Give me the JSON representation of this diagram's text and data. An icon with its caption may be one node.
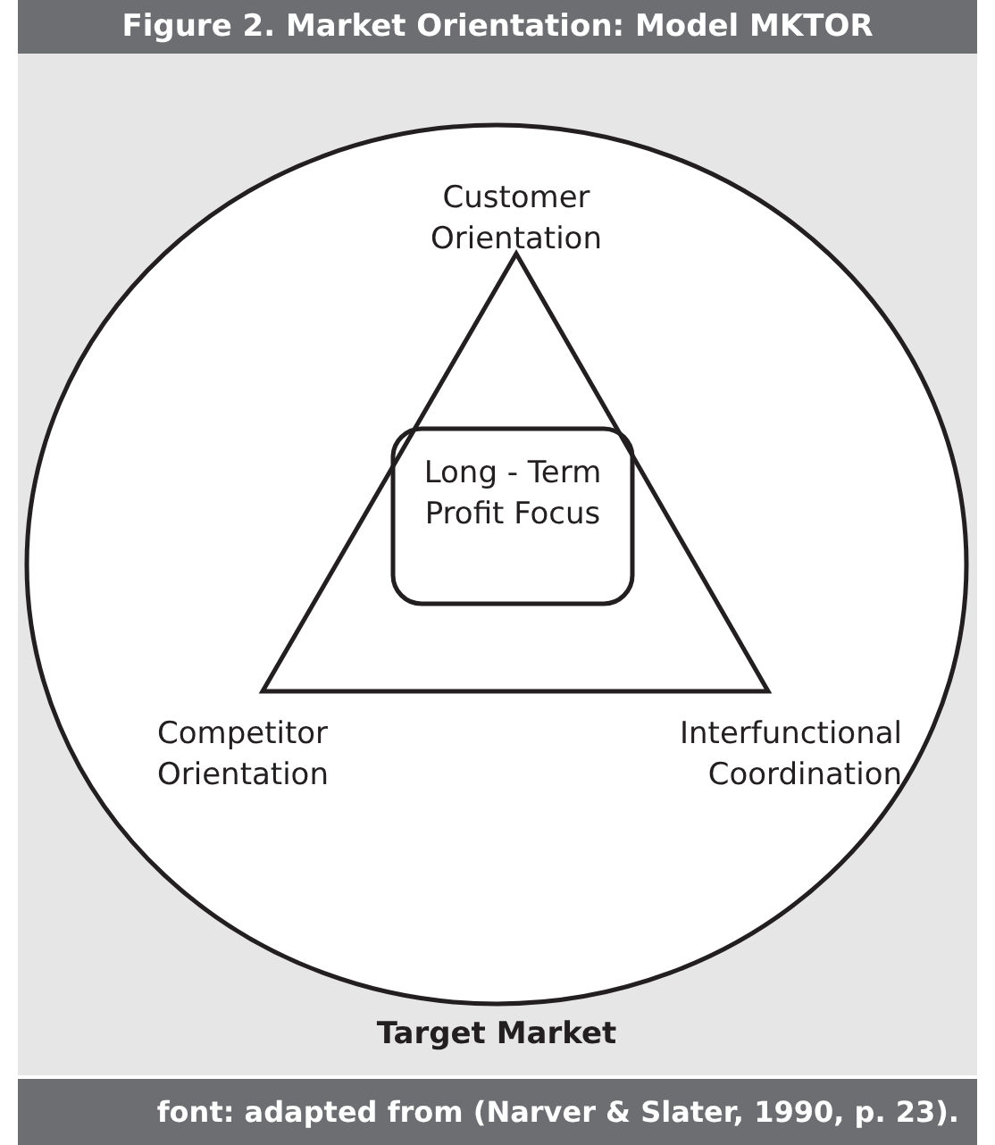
{
  "diagram": {
    "title": "Figure 2. Market Orientation: Model MKTOR",
    "caption": "font: adapted from (Narver & Slater, 1990, p. 23).",
    "nodes": [
      {
        "text": [
          "Target Market"
        ]
      },
      {
        "text": [
          "Customer Orientation",
          "Competitor Orientation",
          "Interfunctional Coordination"
        ],
        "in": 0
      },
      {
        "text": [
          "Long - Term Profit Focus"
        ],
        "in": 1
      }
    ]
  }
}
